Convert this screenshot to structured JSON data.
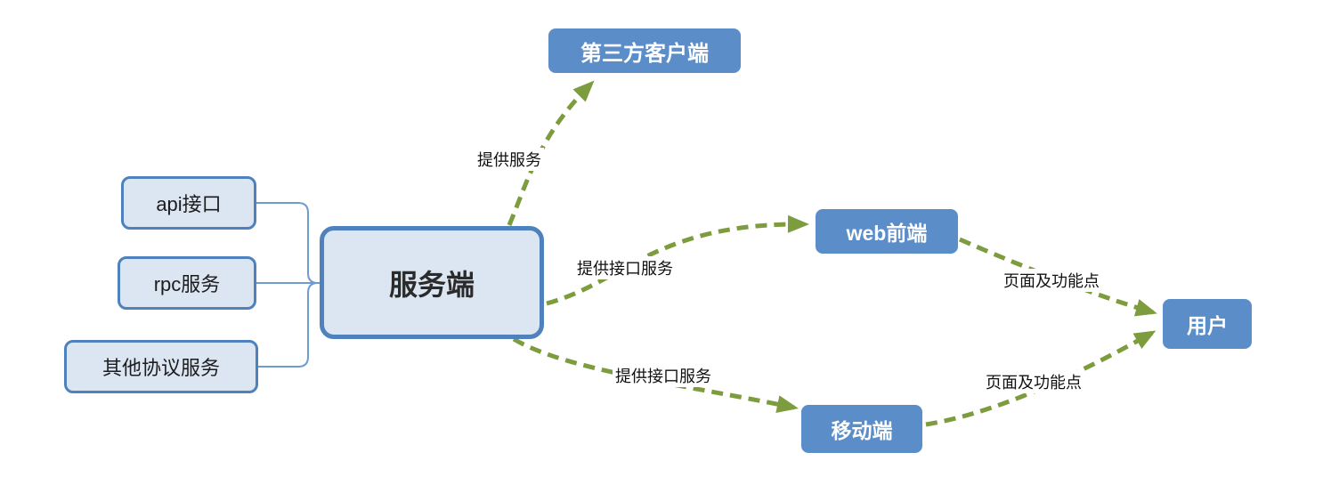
{
  "diagram": {
    "title": "server-architecture-diagram",
    "nodes": {
      "api": {
        "label": "api接口"
      },
      "rpc": {
        "label": "rpc服务"
      },
      "other_protocol": {
        "label": "其他协议服务"
      },
      "server": {
        "label": "服务端"
      },
      "third_party": {
        "label": "第三方客户端"
      },
      "web": {
        "label": "web前端"
      },
      "mobile": {
        "label": "移动端"
      },
      "user": {
        "label": "用户"
      }
    },
    "edges": {
      "server_third_party": {
        "label": "提供服务"
      },
      "server_web": {
        "label": "提供接口服务"
      },
      "server_mobile": {
        "label": "提供接口服务"
      },
      "web_user": {
        "label": "页面及功能点"
      },
      "mobile_user": {
        "label": "页面及功能点"
      }
    },
    "colors": {
      "solid_node_fill": "#5b8dc8",
      "solid_node_text": "#ffffff",
      "light_node_fill": "#dce6f2",
      "light_node_border": "#4f81bd",
      "arrow_green": "#7d9c3e",
      "connector_blue": "#6f9bd1",
      "label_text": "#111111",
      "background": "#ffffff"
    }
  }
}
